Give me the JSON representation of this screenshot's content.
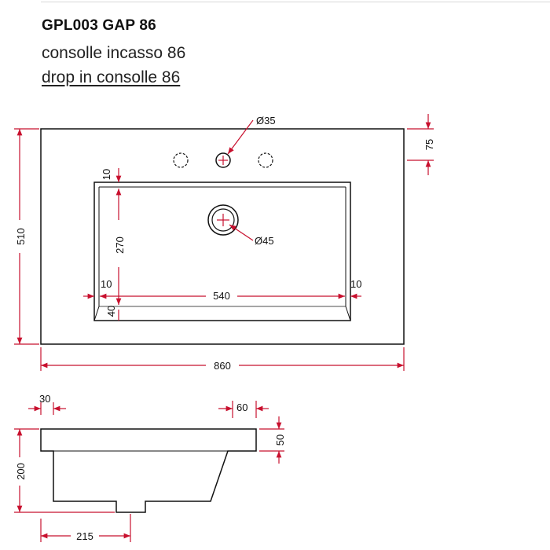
{
  "header": {
    "product_code": "GPL003 GAP 86",
    "name_it": "consolle incasso 86",
    "name_en": "drop in consolle 86"
  },
  "dimensions": {
    "hole_tap": "Ø35",
    "hole_drain": "Ø45",
    "tap_offset": "75",
    "total_depth": "510",
    "rim_top": "10",
    "bowl_depth": "270",
    "rim_left": "10",
    "bowl_width": "540",
    "rim_right": "10",
    "bowl_front": "40",
    "total_width": "860",
    "side_left": "30",
    "side_right": "60",
    "top_thickness": "50",
    "total_height": "200",
    "drain_pos": "215"
  },
  "colors": {
    "line": "#111111",
    "dimension": "#c8102e"
  }
}
